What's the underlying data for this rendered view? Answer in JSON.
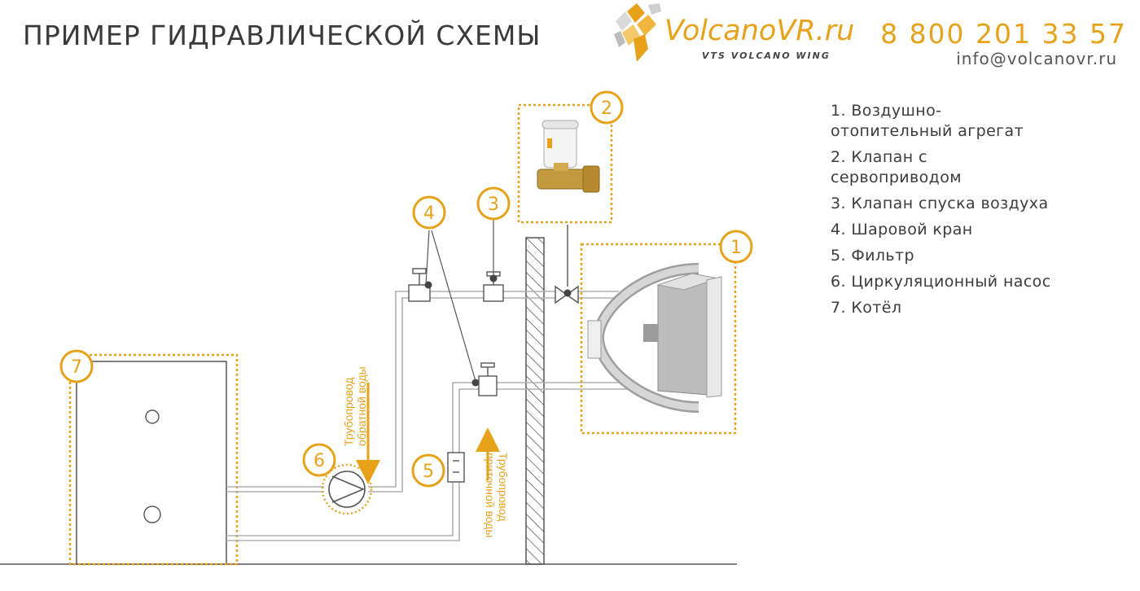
{
  "header": {
    "title": "ПРИМЕР ГИДРАВЛИЧЕСКОЙ СХЕМЫ",
    "brand_main": "VolcanoVR",
    "brand_suffix": ".ru",
    "brand_tagline": "VTS VOLCANO WING",
    "phone": "8 800 201 33 57",
    "email": "info@volcanovr.ru"
  },
  "legend": [
    "1. Воздушно-\nотопительный агрегат",
    "2. Клапан с\nсервоприводом",
    "3. Клапан спуска воздуха",
    "4. Шаровой кран",
    "5. Фильтр",
    "6. Циркуляционный насос",
    "7. Котёл"
  ],
  "diagram": {
    "badges": [
      "1",
      "2",
      "3",
      "4",
      "5",
      "6",
      "7"
    ],
    "return_pipe_label": [
      "Трубопровод",
      "обратной воды"
    ],
    "supply_pipe_label": [
      "Трубопровод",
      "приточной воды"
    ]
  },
  "colors": {
    "accent": "#e8a21a",
    "pipe": "#b5b5b5",
    "text": "#3c3c3c"
  }
}
